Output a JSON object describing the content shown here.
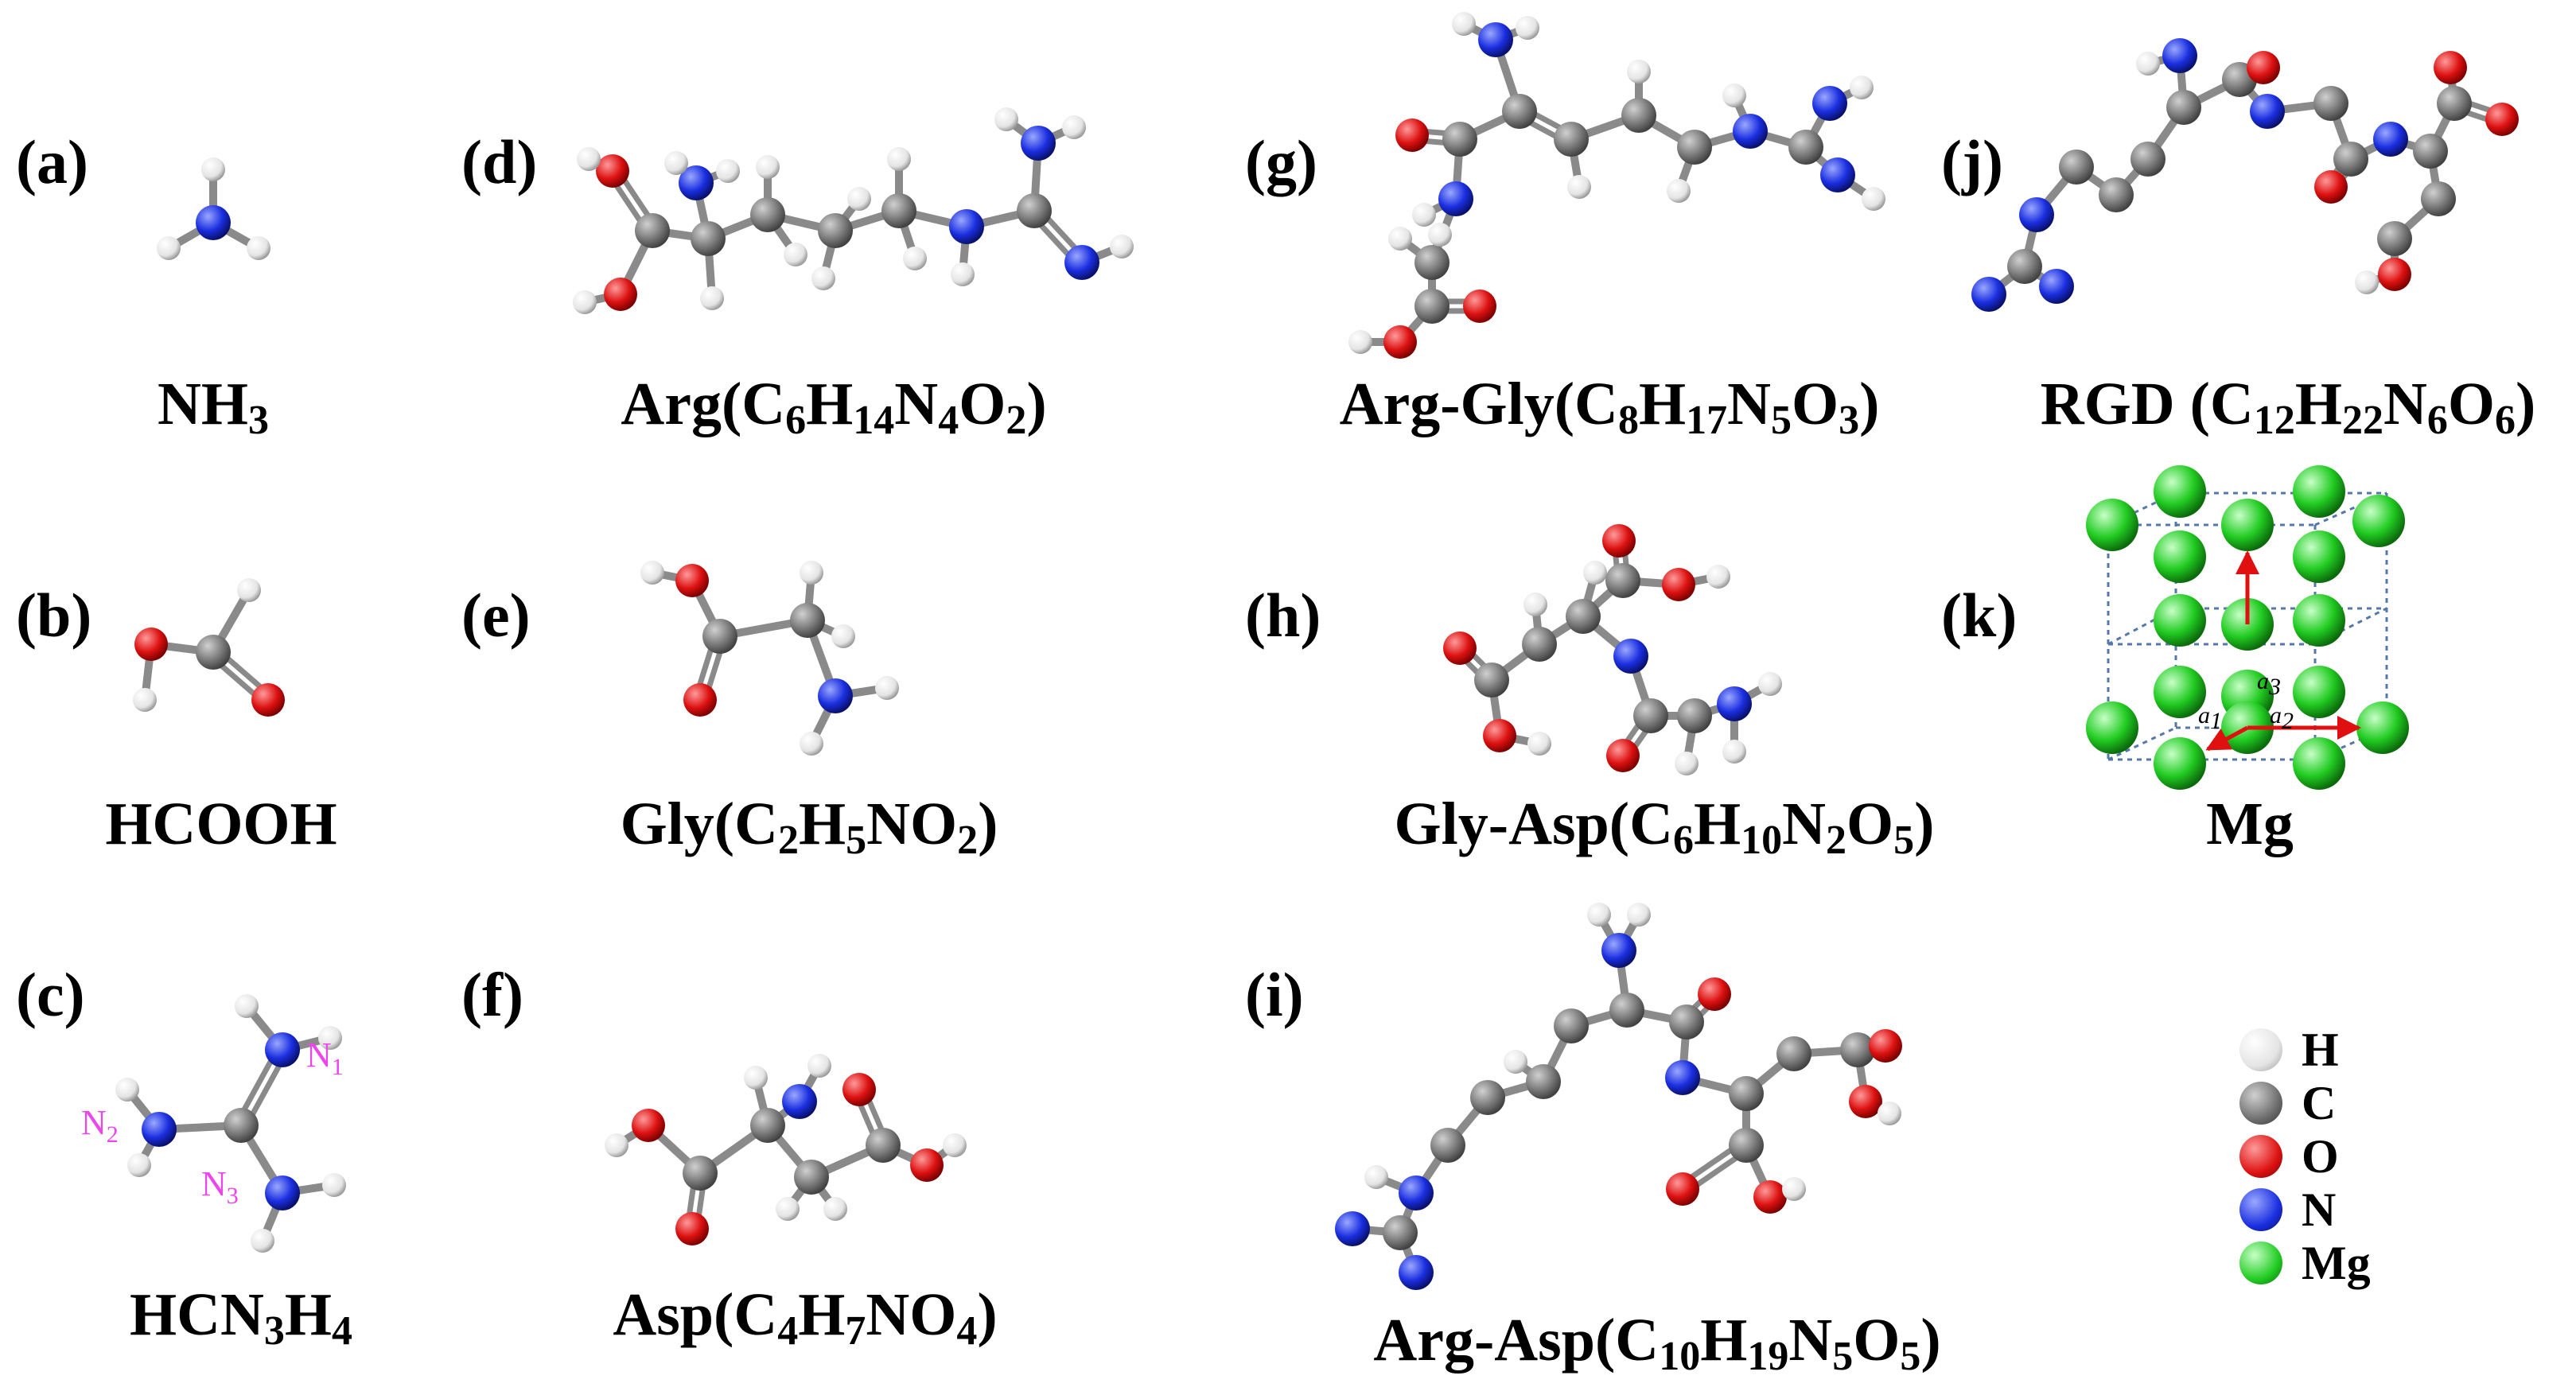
{
  "panels": [
    {
      "tag": "(a)",
      "formula": [
        [
          "NH",
          "n"
        ],
        [
          "3",
          "s"
        ]
      ]
    },
    {
      "tag": "(b)",
      "formula": [
        [
          "HCOOH",
          "n"
        ]
      ]
    },
    {
      "tag": "(c)",
      "formula": [
        [
          "HCN",
          "n"
        ],
        [
          "3",
          "s"
        ],
        [
          "H",
          "n"
        ],
        [
          "4",
          "s"
        ]
      ]
    },
    {
      "tag": "(d)",
      "formula": [
        [
          "Arg(C",
          "n"
        ],
        [
          "6",
          "s"
        ],
        [
          "H",
          "n"
        ],
        [
          "14",
          "s"
        ],
        [
          "N",
          "n"
        ],
        [
          "4",
          "s"
        ],
        [
          "O",
          "n"
        ],
        [
          "2",
          "s"
        ],
        [
          ")",
          "n"
        ]
      ]
    },
    {
      "tag": "(e)",
      "formula": [
        [
          "Gly(C",
          "n"
        ],
        [
          "2",
          "s"
        ],
        [
          "H",
          "n"
        ],
        [
          "5",
          "s"
        ],
        [
          "NO",
          "n"
        ],
        [
          "2",
          "s"
        ],
        [
          ")",
          "n"
        ]
      ]
    },
    {
      "tag": "(f)",
      "formula": [
        [
          "Asp(C",
          "n"
        ],
        [
          "4",
          "s"
        ],
        [
          "H",
          "n"
        ],
        [
          "7",
          "s"
        ],
        [
          "NO",
          "n"
        ],
        [
          "4",
          "s"
        ],
        [
          ")",
          "n"
        ]
      ]
    },
    {
      "tag": "(g)",
      "formula": [
        [
          "Arg-Gly(C",
          "n"
        ],
        [
          "8",
          "s"
        ],
        [
          "H",
          "n"
        ],
        [
          "17",
          "s"
        ],
        [
          "N",
          "n"
        ],
        [
          "5",
          "s"
        ],
        [
          "O",
          "n"
        ],
        [
          "3",
          "s"
        ],
        [
          ")",
          "n"
        ]
      ]
    },
    {
      "tag": "(h)",
      "formula": [
        [
          "Gly-Asp(C",
          "n"
        ],
        [
          "6",
          "s"
        ],
        [
          "H",
          "n"
        ],
        [
          "10",
          "s"
        ],
        [
          "N",
          "n"
        ],
        [
          "2",
          "s"
        ],
        [
          "O",
          "n"
        ],
        [
          "5",
          "s"
        ],
        [
          ")",
          "n"
        ]
      ]
    },
    {
      "tag": "(i)",
      "formula": [
        [
          "Arg-Asp(C",
          "n"
        ],
        [
          "10",
          "s"
        ],
        [
          "H",
          "n"
        ],
        [
          "19",
          "s"
        ],
        [
          "N",
          "n"
        ],
        [
          "5",
          "s"
        ],
        [
          "O",
          "n"
        ],
        [
          "5",
          "s"
        ],
        [
          ")",
          "n"
        ]
      ]
    },
    {
      "tag": "(j)",
      "formula": [
        [
          "RGD (C",
          "n"
        ],
        [
          "12",
          "s"
        ],
        [
          "H",
          "n"
        ],
        [
          "22",
          "s"
        ],
        [
          "N",
          "n"
        ],
        [
          "6",
          "s"
        ],
        [
          "O",
          "n"
        ],
        [
          "6",
          "s"
        ],
        [
          ")",
          "n"
        ]
      ]
    },
    {
      "tag": "(k)",
      "formula": [
        [
          "Mg",
          "n"
        ]
      ]
    }
  ],
  "nitrogen_labels": [
    [
      "N",
      "1"
    ],
    [
      "N",
      "2"
    ],
    [
      "N",
      "3"
    ]
  ],
  "lattice_vectors": [
    [
      "a",
      "1"
    ],
    [
      "a",
      "2"
    ],
    [
      "a",
      "3"
    ]
  ],
  "legend": [
    {
      "label": "H",
      "color": "#f2f2f2"
    },
    {
      "label": "C",
      "color": "#6e6e6e"
    },
    {
      "label": "O",
      "color": "#dd1111"
    },
    {
      "label": "N",
      "color": "#1a2ee0"
    },
    {
      "label": "Mg",
      "color": "#22cc22"
    }
  ],
  "atom_colors": {
    "H": "#f2f2f2",
    "C": "#7a7a7a",
    "O": "#dd1111",
    "N": "#1a2ee0",
    "Mg": "#22cc22"
  }
}
